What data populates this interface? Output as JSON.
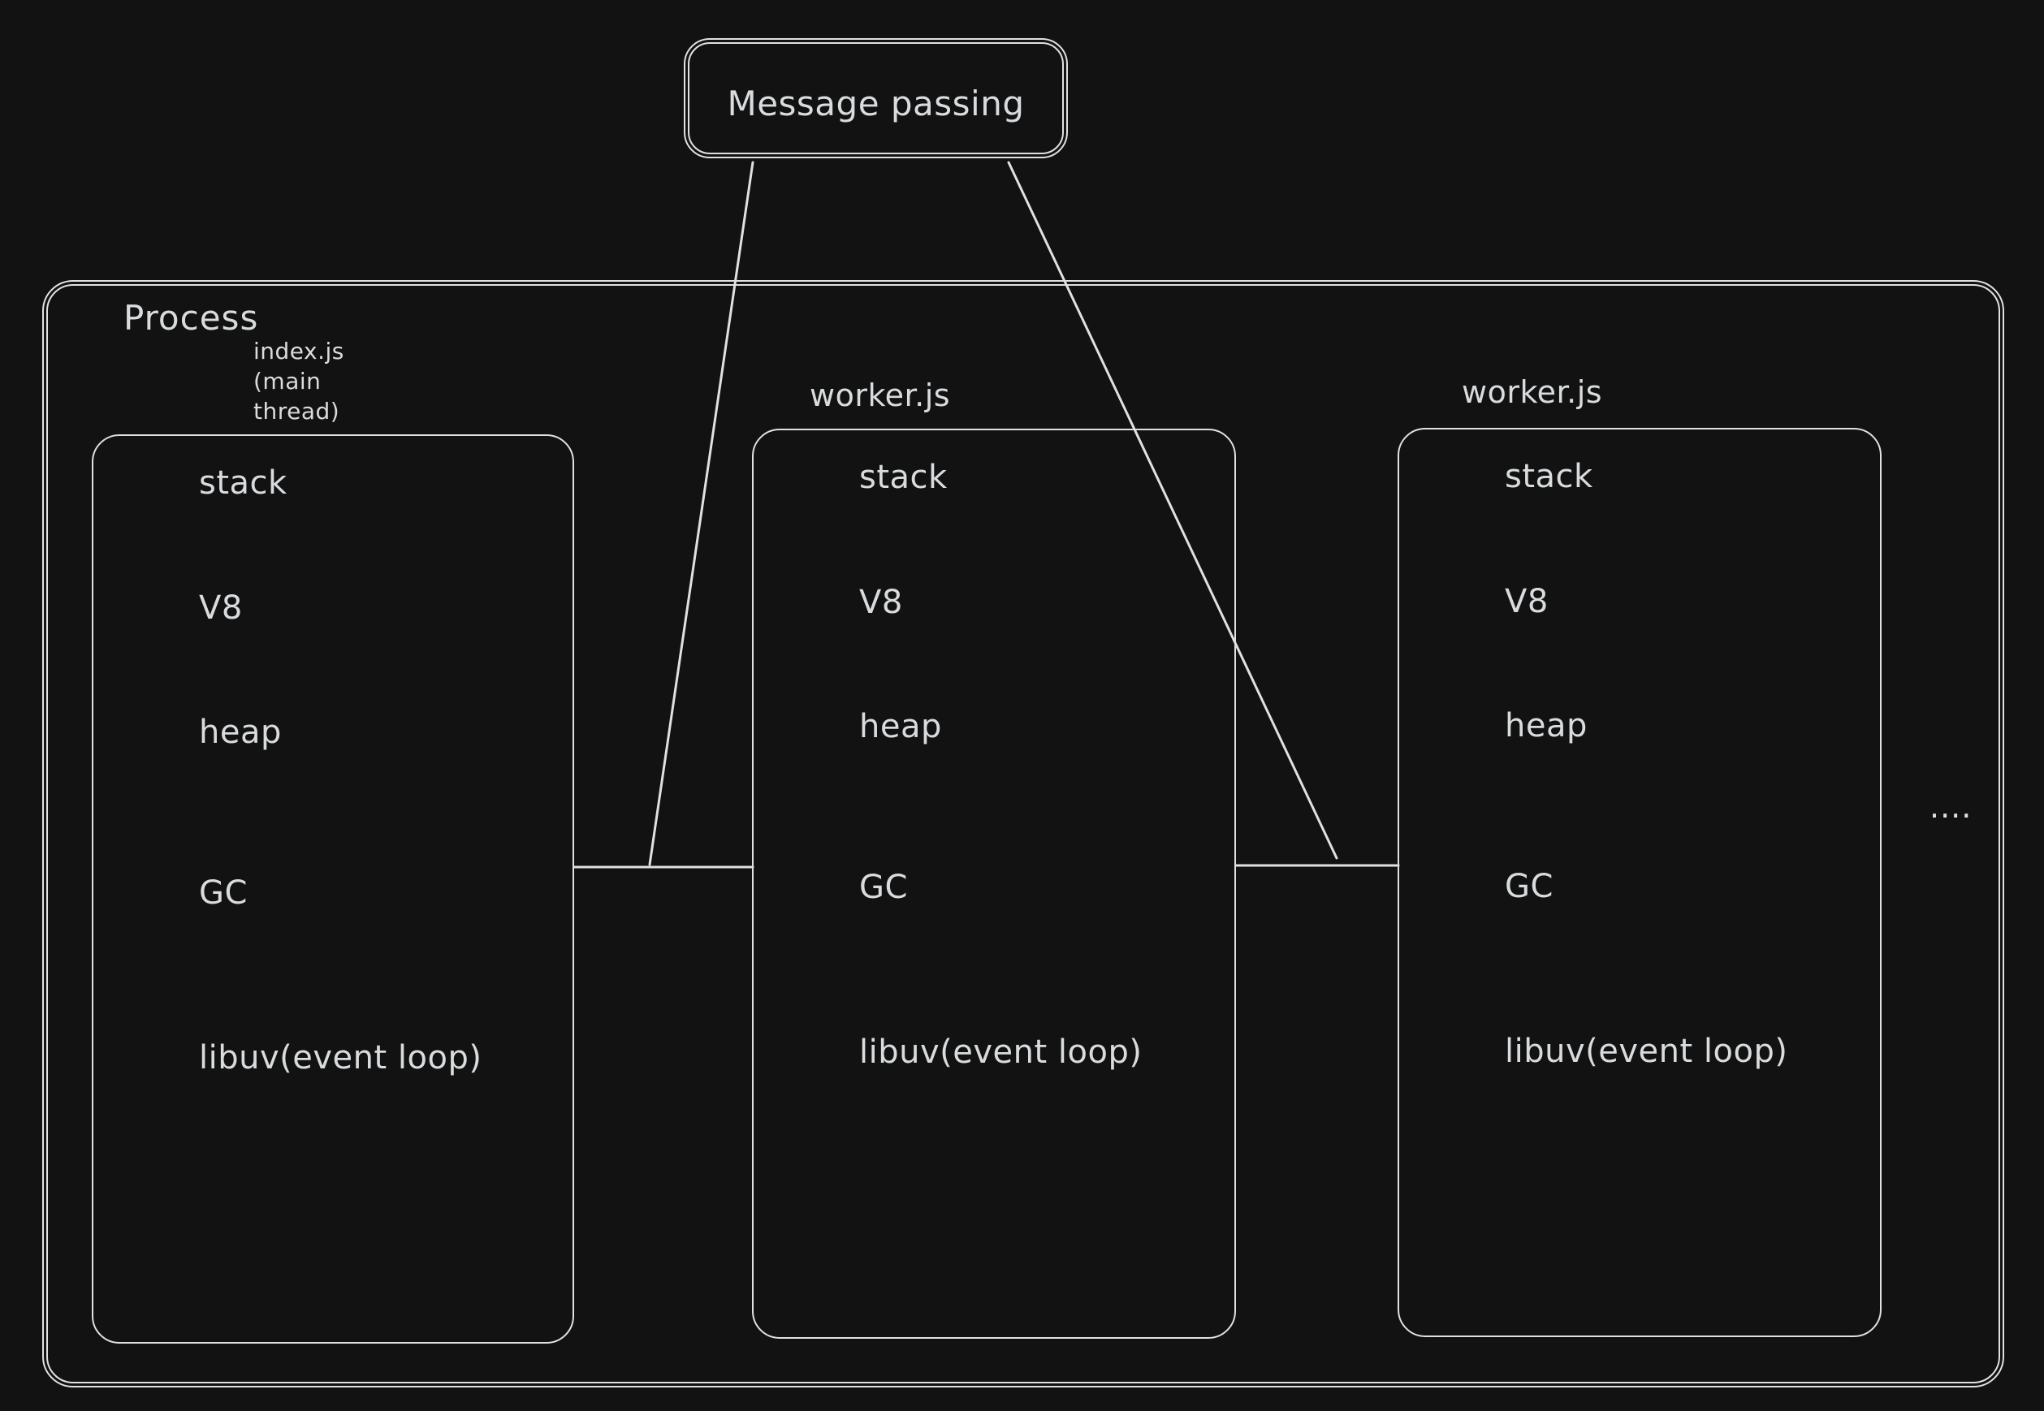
{
  "colors": {
    "background": "#121212",
    "stroke": "#dfe1e2",
    "text": "#d9dcde"
  },
  "message_box": {
    "label": "Message passing"
  },
  "process": {
    "label": "Process",
    "main_thread_note": {
      "lines": [
        "index.js",
        "(main",
        "thread)"
      ]
    },
    "threads": [
      {
        "items": [
          "stack",
          "V8",
          "heap",
          "GC",
          "libuv(event loop)"
        ]
      },
      {
        "title": "worker.js",
        "items": [
          "stack",
          "V8",
          "heap",
          "GC",
          "libuv(event loop)"
        ]
      },
      {
        "title": "worker.js",
        "items": [
          "stack",
          "V8",
          "heap",
          "GC",
          "libuv(event loop)"
        ]
      }
    ],
    "ellipsis": "...."
  }
}
